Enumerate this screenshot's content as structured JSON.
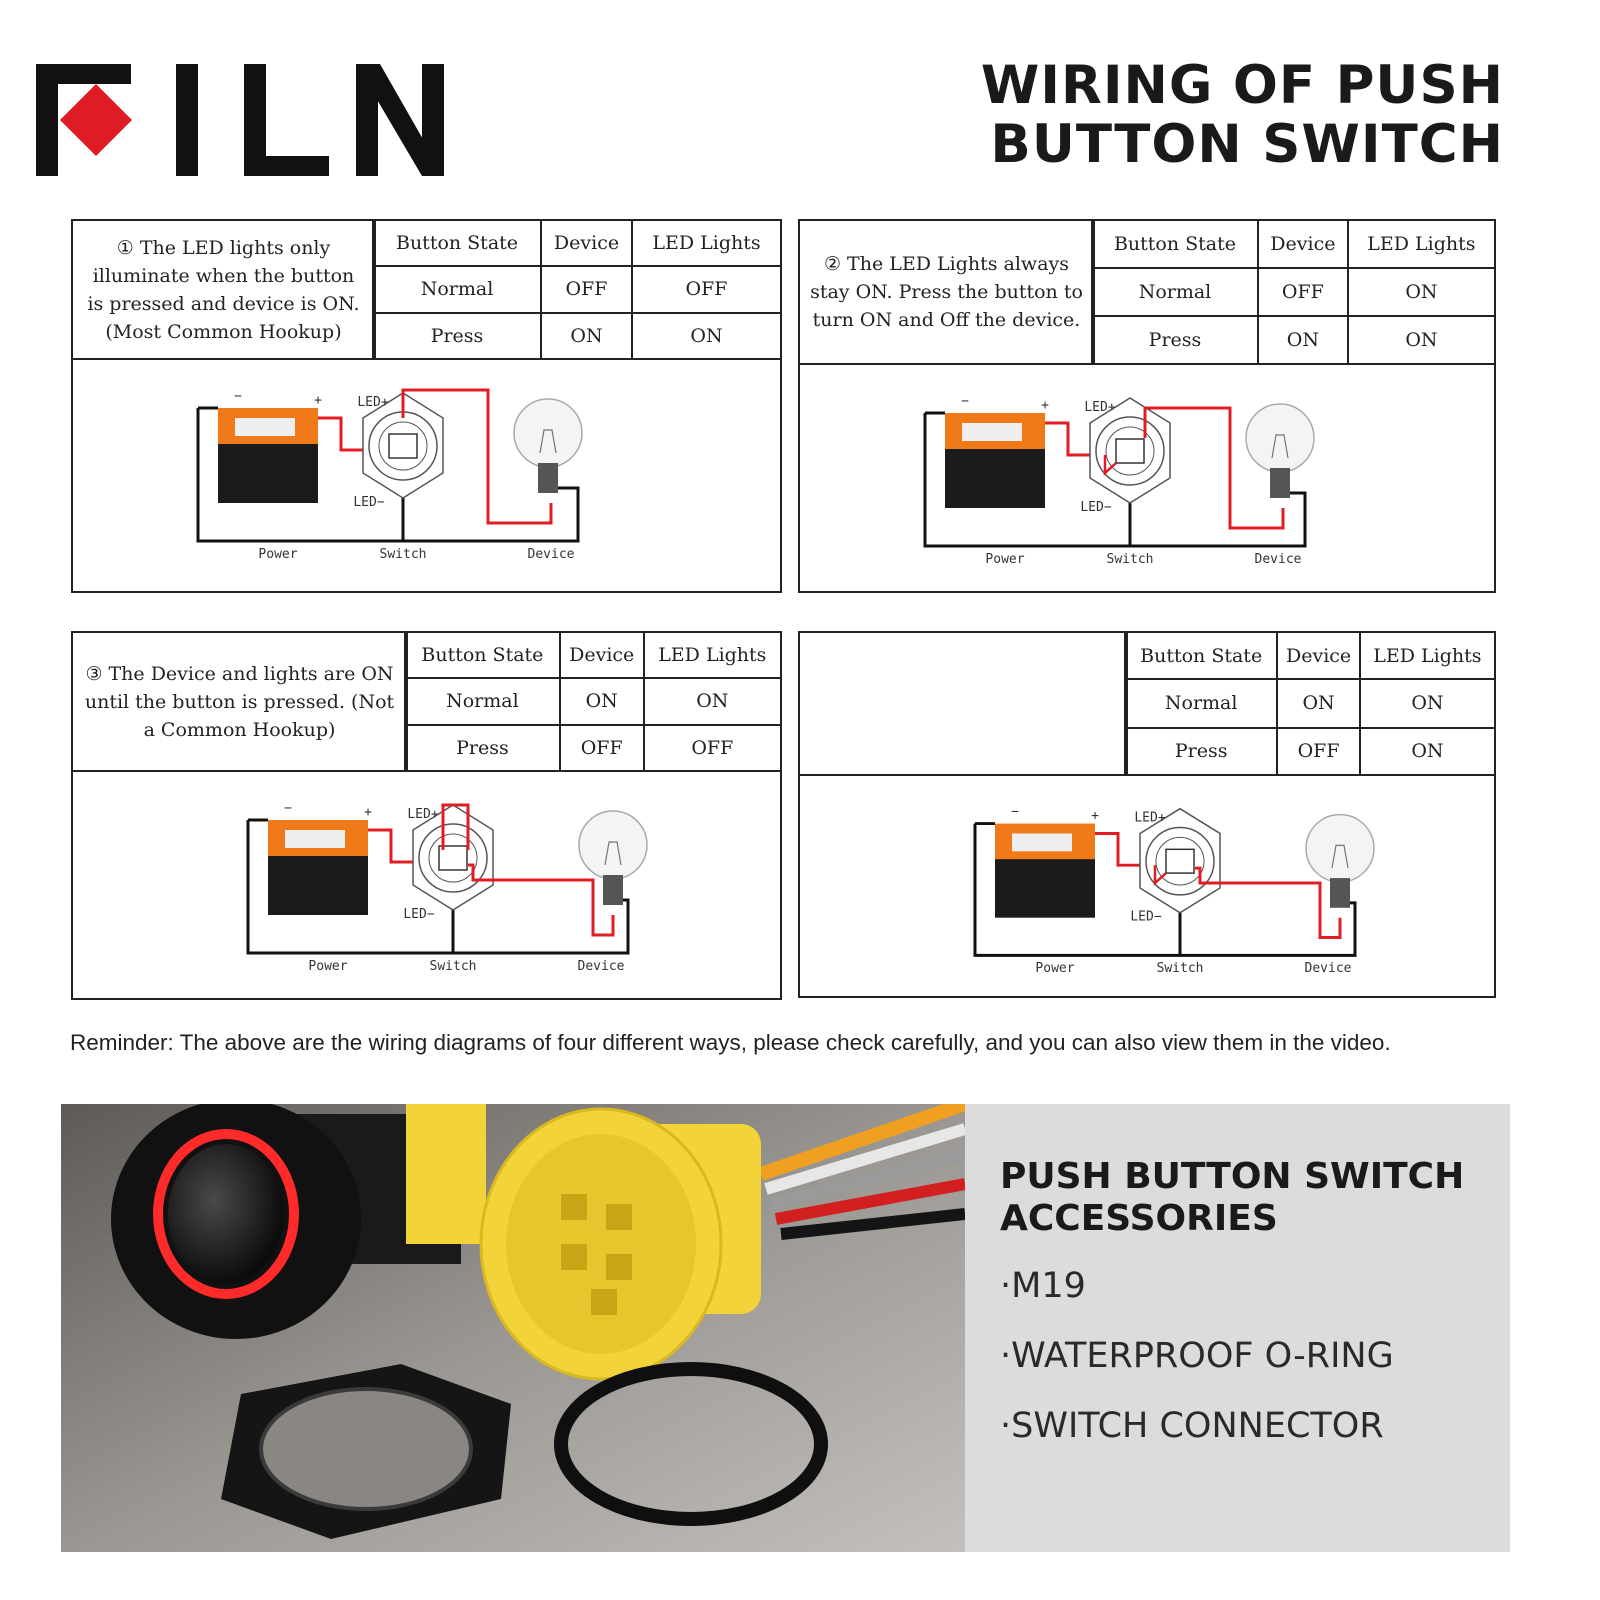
{
  "brand": "FILN",
  "title": {
    "line1": "WIRING OF PUSH",
    "line2": "BUTTON SWITCH"
  },
  "headers": [
    "Button State",
    "Device",
    "LED Lights"
  ],
  "diagram_labels": {
    "power": "Power",
    "switch": "Switch",
    "device": "Device",
    "led_plus": "LED+",
    "led_minus": "LED−",
    "minus": "−",
    "plus": "+"
  },
  "panels": [
    {
      "desc": "① The LED lights only illuminate when the button is pressed and device is ON. (Most Common Hookup)",
      "rows": [
        [
          "Normal",
          "OFF",
          "OFF"
        ],
        [
          "Press",
          "ON",
          "ON"
        ]
      ]
    },
    {
      "desc": "② The LED Lights always stay ON.  Press the button to turn ON and Off the device.",
      "rows": [
        [
          "Normal",
          "OFF",
          "ON"
        ],
        [
          "Press",
          "ON",
          "ON"
        ]
      ]
    },
    {
      "desc": "③ The Device and lights are ON until the button is pressed.  (Not a Common Hookup)",
      "rows": [
        [
          "Normal",
          "ON",
          "ON"
        ],
        [
          "Press",
          "OFF",
          "OFF"
        ]
      ]
    },
    {
      "desc": "",
      "rows": [
        [
          "Normal",
          "ON",
          "ON"
        ],
        [
          "Press",
          "OFF",
          "ON"
        ]
      ]
    }
  ],
  "reminder": "Reminder: The above are the wiring diagrams of four different ways, please check carefully, and you can also view them in the video.",
  "accessories": {
    "title_line1": "PUSH BUTTON SWITCH",
    "title_line2": "ACCESSORIES",
    "items": [
      "·M19",
      "·WATERPROOF O-RING",
      "·SWITCH CONNECTOR"
    ]
  },
  "colors": {
    "brand_red": "#e01c24",
    "wire_red": "#e01c24",
    "battery_orange": "#f07a1a",
    "connector_yellow": "#f2d43a",
    "ring_red": "#ff2a2a"
  }
}
